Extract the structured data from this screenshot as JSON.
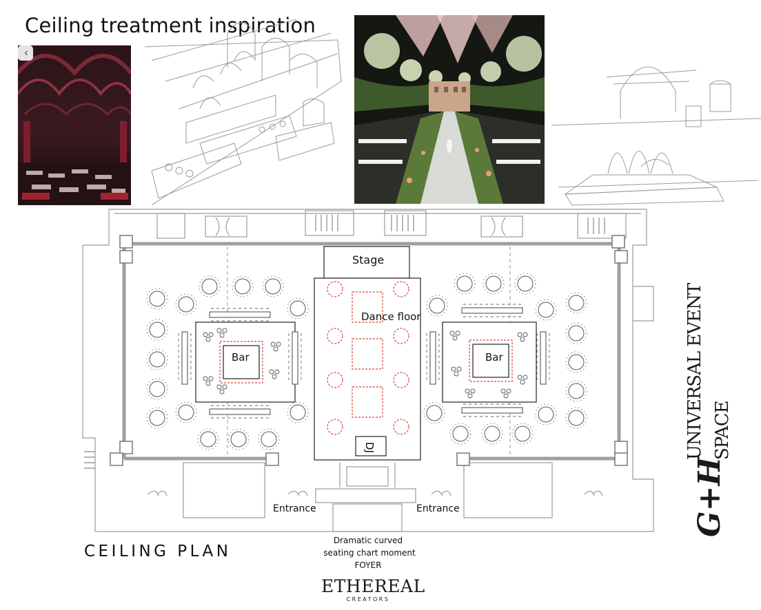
{
  "title": "Ceiling treatment inspiration",
  "plan": {
    "stage": "Stage",
    "dance_floor": "Dance floor",
    "bar_left": "Bar",
    "bar_right": "Bar",
    "dj": "DJ",
    "entrance_left": "Entrance",
    "entrance_right": "Entrance",
    "foyer_line1": "Dramatic curved",
    "foyer_line2": "seating chart moment",
    "foyer_line3": "FOYER"
  },
  "footer": {
    "ceiling_plan": "CEILING PLAN",
    "brand_name": "ETHEREAL",
    "brand_sub": "CREATORS"
  },
  "venue": {
    "name_line1": "UNIVERSAL EVENT",
    "name_line2": "SPACE",
    "logo": "G+H"
  },
  "colors": {
    "wall": "#9a9a9a",
    "line": "#555555",
    "accent_red": "#d9463e",
    "photo_dark": "#1a1214",
    "greenery": "#3e5a2a"
  }
}
